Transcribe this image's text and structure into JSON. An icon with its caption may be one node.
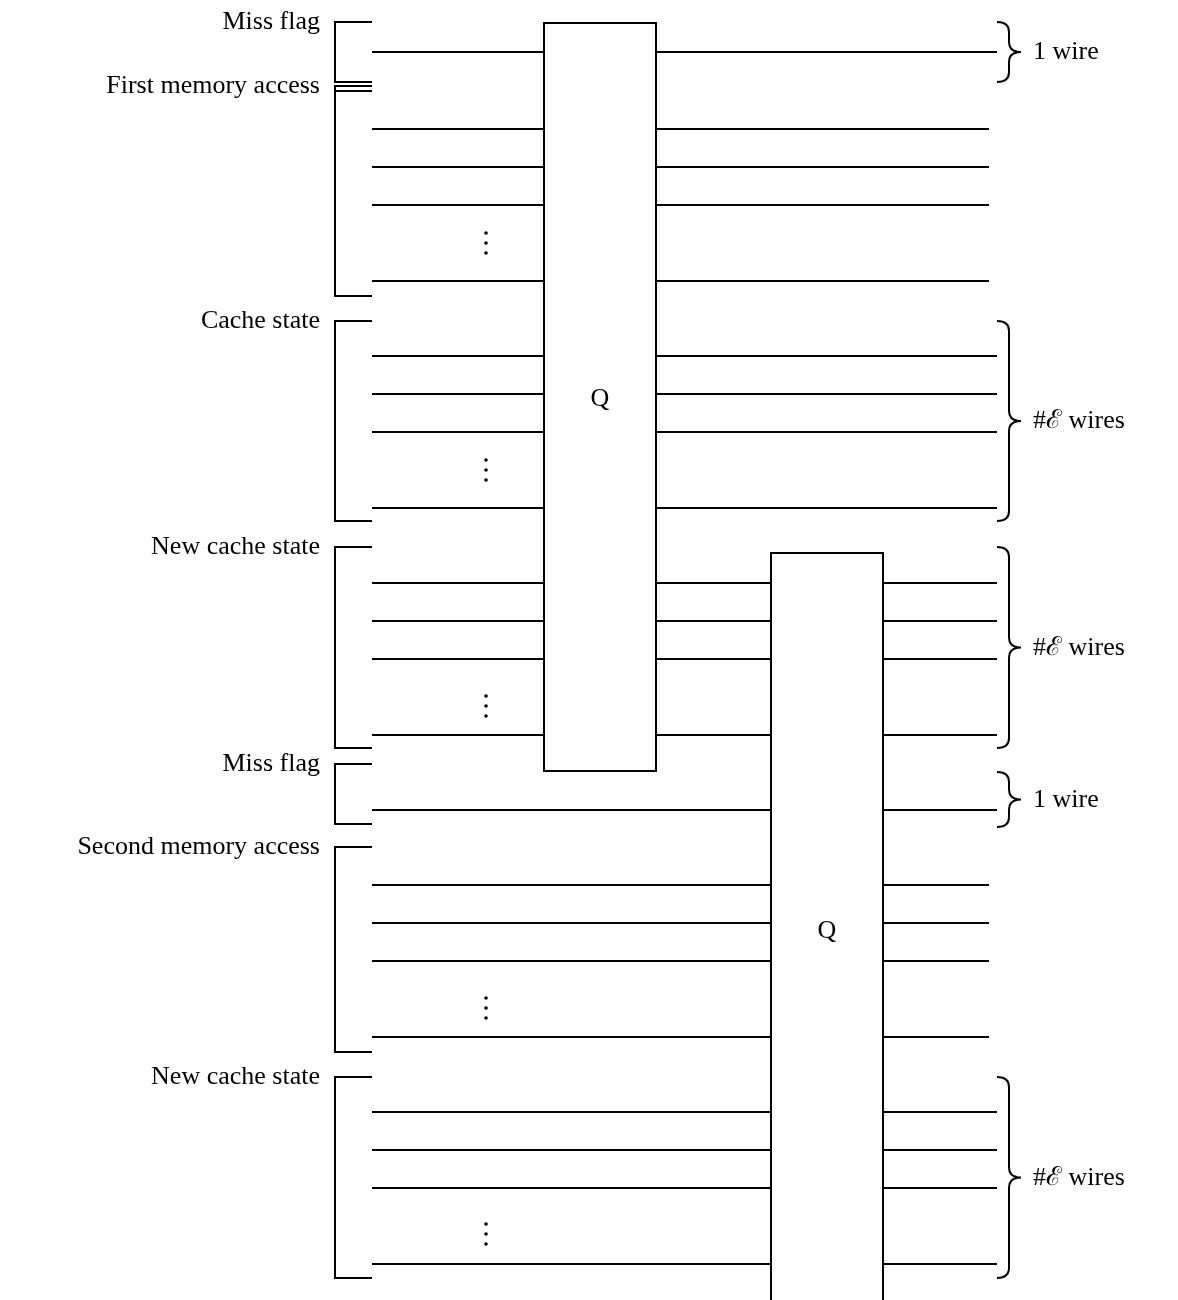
{
  "diagram": {
    "nodes": [
      {
        "text": [
          "Q"
        ]
      },
      {
        "text": [
          "Q"
        ]
      },
      {
        "text": [
          "Miss flag"
        ]
      },
      {
        "text": [
          "First memory access"
        ]
      },
      {
        "text": [
          "Cache state"
        ]
      },
      {
        "text": [
          "New cache state"
        ]
      },
      {
        "text": [
          "Miss flag"
        ]
      },
      {
        "text": [
          "Second memory access"
        ]
      },
      {
        "text": [
          "New cache state"
        ]
      },
      {
        "text": [
          "1 wire"
        ]
      },
      {
        "text": [
          "#ℰ wires"
        ]
      },
      {
        "text": [
          "#ℰ wires"
        ]
      },
      {
        "text": [
          "1 wire"
        ]
      },
      {
        "text": [
          "#ℰ wires"
        ]
      }
    ],
    "edges": [
      {
        "from": 2,
        "to": 0,
        "arrow": "none"
      },
      {
        "from": 3,
        "to": 0,
        "arrow": "none"
      },
      {
        "from": 3,
        "to": 0,
        "arrow": "none"
      },
      {
        "from": 3,
        "to": 0,
        "arrow": "none"
      },
      {
        "from": 3,
        "to": 0,
        "arrow": "none"
      },
      {
        "from": 4,
        "to": 0,
        "arrow": "none"
      },
      {
        "from": 4,
        "to": 0,
        "arrow": "none"
      },
      {
        "from": 4,
        "to": 0,
        "arrow": "none"
      },
      {
        "from": 4,
        "to": 0,
        "arrow": "none"
      },
      {
        "from": 5,
        "to": 0,
        "arrow": "none"
      },
      {
        "from": 5,
        "to": 0,
        "arrow": "none"
      },
      {
        "from": 5,
        "to": 0,
        "arrow": "none"
      },
      {
        "from": 5,
        "to": 0,
        "arrow": "none"
      },
      {
        "from": 0,
        "to": 9,
        "arrow": "none"
      },
      {
        "from": 0,
        "to": null,
        "arrow": "none"
      },
      {
        "from": 0,
        "to": null,
        "arrow": "none"
      },
      {
        "from": 0,
        "to": null,
        "arrow": "none"
      },
      {
        "from": 0,
        "to": null,
        "arrow": "none"
      },
      {
        "from": 0,
        "to": 10,
        "arrow": "none"
      },
      {
        "from": 0,
        "to": 10,
        "arrow": "none"
      },
      {
        "from": 0,
        "to": 10,
        "arrow": "none"
      },
      {
        "from": 0,
        "to": 10,
        "arrow": "none"
      },
      {
        "from": 0,
        "to": 1,
        "arrow": "none"
      },
      {
        "from": 0,
        "to": 1,
        "arrow": "none"
      },
      {
        "from": 0,
        "to": 1,
        "arrow": "none"
      },
      {
        "from": 0,
        "to": 1,
        "arrow": "none"
      },
      {
        "from": 6,
        "to": 1,
        "arrow": "none"
      },
      {
        "from": 7,
        "to": 1,
        "arrow": "none"
      },
      {
        "from": 7,
        "to": 1,
        "arrow": "none"
      },
      {
        "from": 7,
        "to": 1,
        "arrow": "none"
      },
      {
        "from": 7,
        "to": 1,
        "arrow": "none"
      },
      {
        "from": 8,
        "to": 1,
        "arrow": "none"
      },
      {
        "from": 8,
        "to": 1,
        "arrow": "none"
      },
      {
        "from": 8,
        "to": 1,
        "arrow": "none"
      },
      {
        "from": 8,
        "to": 1,
        "arrow": "none"
      },
      {
        "from": 1,
        "to": 11,
        "arrow": "none"
      },
      {
        "from": 1,
        "to": 11,
        "arrow": "none"
      },
      {
        "from": 1,
        "to": 11,
        "arrow": "none"
      },
      {
        "from": 1,
        "to": 11,
        "arrow": "none"
      },
      {
        "from": 1,
        "to": 12,
        "arrow": "none"
      },
      {
        "from": 1,
        "to": null,
        "arrow": "none"
      },
      {
        "from": 1,
        "to": null,
        "arrow": "none"
      },
      {
        "from": 1,
        "to": null,
        "arrow": "none"
      },
      {
        "from": 1,
        "to": null,
        "arrow": "none"
      },
      {
        "from": 1,
        "to": 13,
        "arrow": "none"
      },
      {
        "from": 1,
        "to": 13,
        "arrow": "none"
      },
      {
        "from": 1,
        "to": 13,
        "arrow": "none"
      },
      {
        "from": 1,
        "to": 13,
        "arrow": "none"
      }
    ]
  }
}
